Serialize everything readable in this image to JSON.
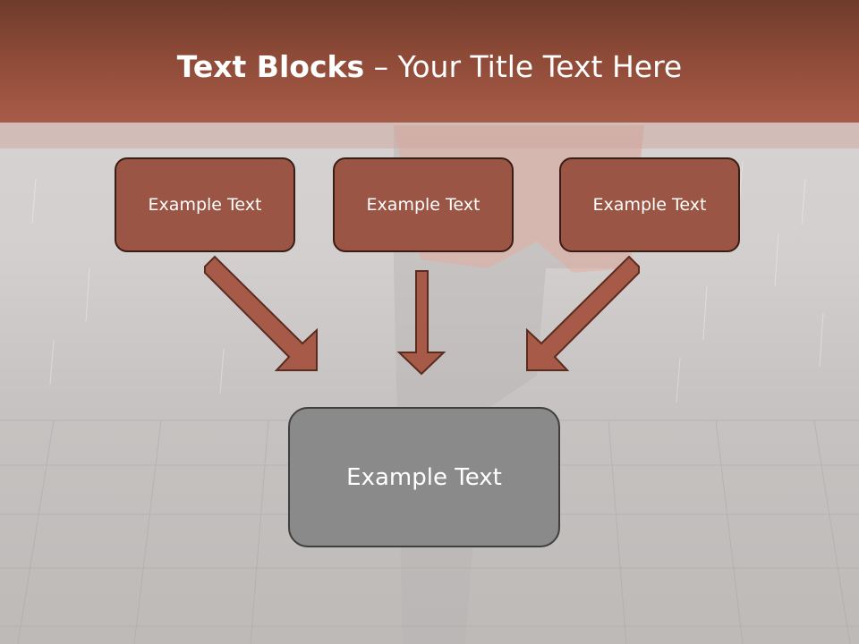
{
  "slide": {
    "title_bold": "Text Blocks",
    "title_sep": " – ",
    "title_rest": "Your Title Text Here"
  },
  "blocks": {
    "left": "Example Text",
    "middle": "Example Text",
    "right": "Example Text",
    "bottom": "Example Text"
  },
  "colors": {
    "title_bar": "#a75c48",
    "top_box_fill": "#9a5544",
    "bottom_box_fill": "#8a8a8a",
    "arrow_fill": "#a65a47"
  }
}
